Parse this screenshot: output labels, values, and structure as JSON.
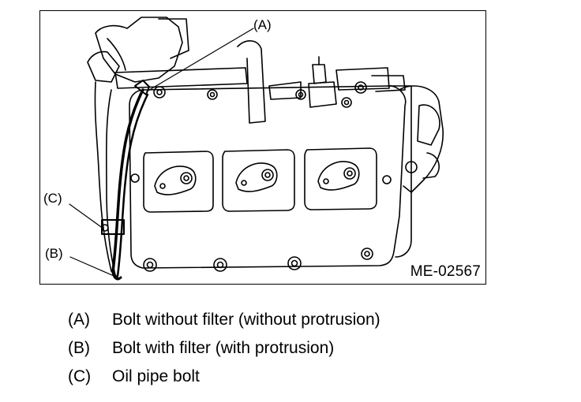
{
  "figure": {
    "code": "ME-02567",
    "callouts": {
      "a": "(A)",
      "b": "(B)",
      "c": "(C)"
    }
  },
  "legend": [
    {
      "key": "(A)",
      "text": "Bolt without filter (without protrusion)"
    },
    {
      "key": "(B)",
      "text": "Bolt with filter (with protrusion)"
    },
    {
      "key": "(C)",
      "text": "Oil pipe bolt"
    }
  ]
}
